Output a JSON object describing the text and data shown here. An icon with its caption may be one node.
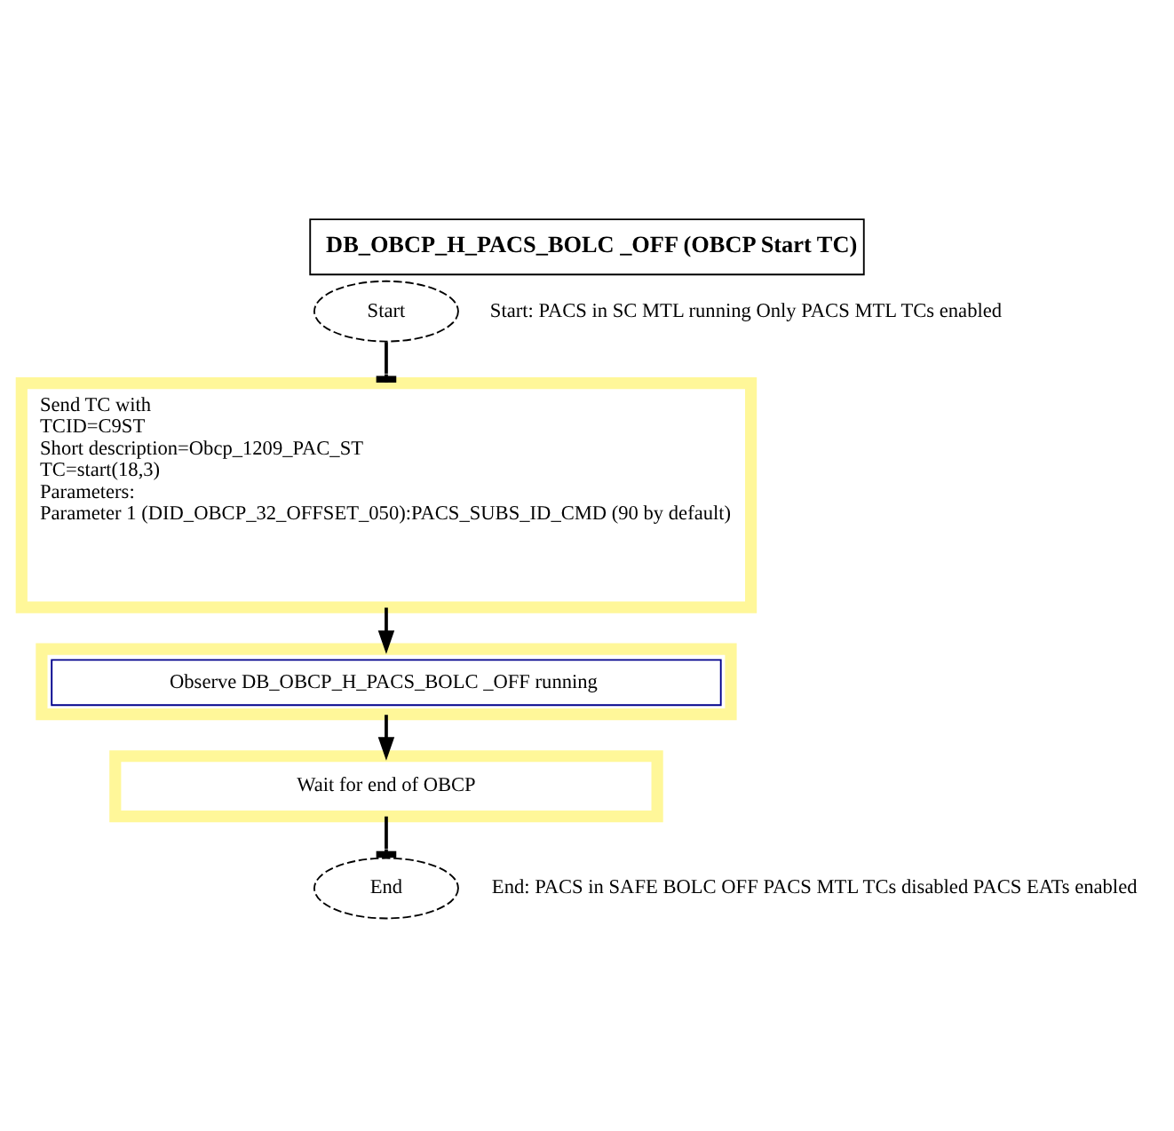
{
  "diagram": {
    "title": "DB_OBCP_H_PACS_BOLC _OFF (OBCP Start TC)",
    "nodes": [
      {
        "text": [
          "Start"
        ],
        "beside": [
          "Start: PACS in SC MTL running Only PACS MTL TCs enabled"
        ]
      },
      {
        "text": [
          "Send TC with",
          "TCID=C9ST",
          "Short description=Obcp_1209_PAC_ST",
          "TC=start(18,3)",
          "Parameters:",
          "Parameter 1 (DID_OBCP_32_OFFSET_050):PACS_SUBS_ID_CMD (90 by default)"
        ]
      },
      {
        "text": [
          "Observe DB_OBCP_H_PACS_BOLC _OFF running"
        ]
      },
      {
        "text": [
          "Wait for end of OBCP"
        ]
      },
      {
        "text": [
          "End"
        ],
        "beside": [
          "End: PACS in SAFE BOLC OFF PACS MTL TCs disabled PACS EATs enabled"
        ]
      }
    ],
    "edges": [
      {
        "from": 0,
        "to": 1,
        "arrow": "other"
      },
      {
        "from": 1,
        "to": 2,
        "arrow": "to"
      },
      {
        "from": 2,
        "to": 3,
        "arrow": "to"
      },
      {
        "from": 3,
        "to": 4,
        "arrow": "other"
      }
    ]
  }
}
